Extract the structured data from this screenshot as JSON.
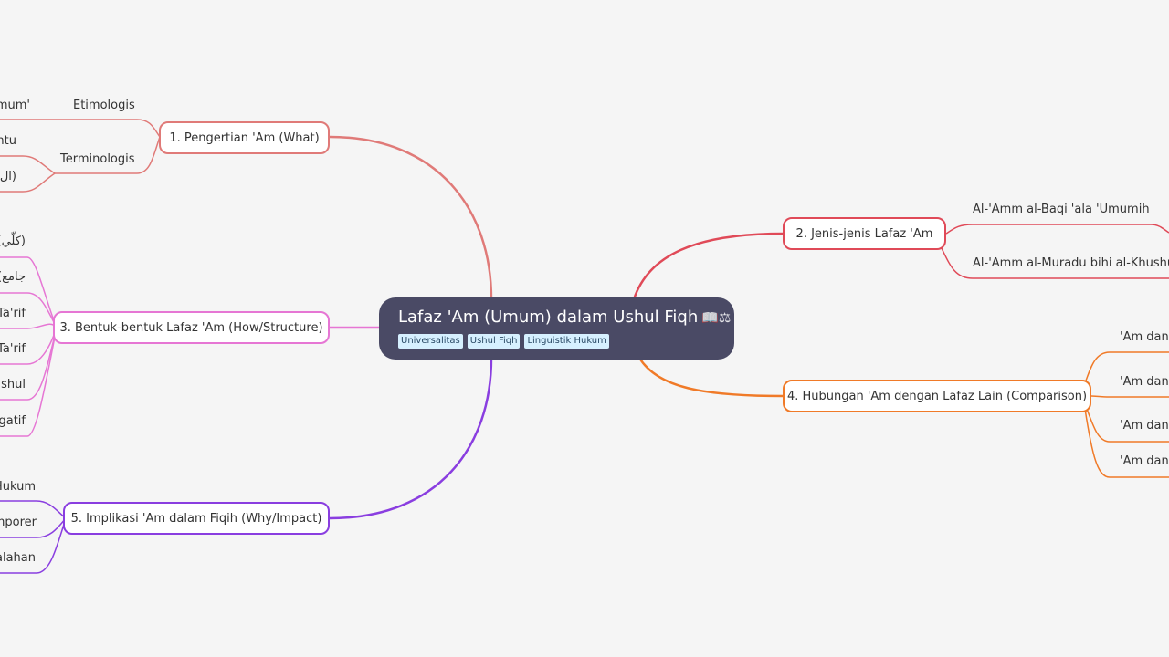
{
  "central": {
    "title": "Lafaz 'Am (Umum) dalam Ushul Fiqh",
    "emoji": "📖⚖",
    "tags": [
      "Universalitas",
      "Ushul Fiqh",
      "Linguistik Hukum"
    ]
  },
  "branches": {
    "b1": {
      "label": "1. Pengertian 'Am (What)",
      "color": "#e07a78",
      "subs": [
        "Etimologis",
        "Terminologis"
      ],
      "leaves": [
        "mum'",
        "ntu",
        "ال)"
      ]
    },
    "b2": {
      "label": "2. Jenis-jenis Lafaz 'Am",
      "color": "#e04a58",
      "subs": [
        "Al-'Amm al-Baqi 'ala 'Umumih",
        "Al-'Amm al-Muradu bihi al-Khushush"
      ]
    },
    "b3": {
      "label": "3. Bentuk-bentuk Lafaz 'Am (How/Structure)",
      "color": "#e676d4",
      "leaves": [
        "(كلّي)",
        "(جامع",
        "Ta'rif",
        "Ta'rif",
        "ushul",
        "egatif"
      ]
    },
    "b4": {
      "label": "4. Hubungan 'Am dengan Lafaz Lain (Comparison)",
      "color": "#f07a28",
      "leaves": [
        "'Am dan K",
        "'Am dan M",
        "'Am dan M",
        "'Am dan A"
      ]
    },
    "b5": {
      "label": "5. Implikasi 'Am dalam Fiqih (Why/Impact)",
      "color": "#8a3ee0",
      "leaves": [
        "Hukum",
        "mporer",
        "alahan"
      ]
    }
  }
}
